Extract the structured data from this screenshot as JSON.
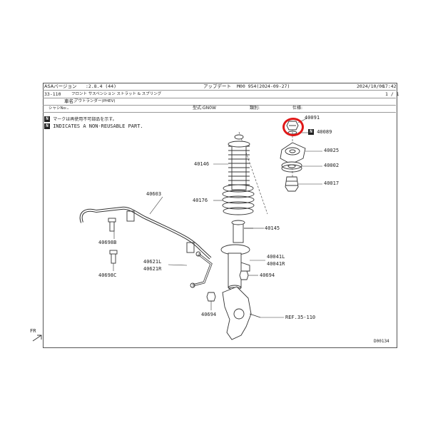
{
  "header": {
    "version_label": "ASAバージョン",
    "version_value": ":2.8.4 (44)",
    "update_label": "アップデート",
    "update_value": "M00 954(2024-09-27)",
    "date": "2024/10/06",
    "time": "17:42",
    "code": "33-110",
    "group_name": "フロント サスペンション ストラット & スプリング",
    "page": "1 / 1",
    "model_label": "車名:",
    "model_value": "アウトランダー(PHEV)",
    "chassis_label": "シャシNo:",
    "chassis_value": "-",
    "type_label": "型式:GN0W",
    "category_label": "類別:",
    "spec_label": "仕様:"
  },
  "notes": {
    "jp": "マークは再使用不可部品を示す。",
    "en": "INDICATES A NON-REUSABLE PART.",
    "n_mark": "N"
  },
  "parts": {
    "p40091": "40091",
    "p40089": "40089",
    "p40025": "40025",
    "p40002": "40002",
    "p40017": "40017",
    "p40146": "40146",
    "p40176": "40176",
    "p40603": "40603",
    "p40145": "40145",
    "p40698b": "40698B",
    "p40698c": "40698C",
    "p40621l": "40621L",
    "p40621r": "40621R",
    "p40041l": "40041L",
    "p40041r": "40041R",
    "p40694a": "40694",
    "p40694b": "40694",
    "ref": "REF.35-110"
  },
  "footer": {
    "fr": "FR",
    "diagram_code": "D00134"
  },
  "colors": {
    "highlight": "#e01818",
    "line": "#333333"
  }
}
